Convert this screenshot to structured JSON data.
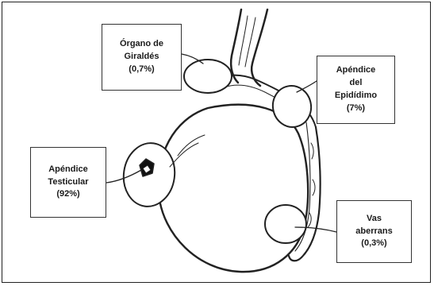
{
  "labels": {
    "organo_girald": {
      "line1": "Órgano de",
      "line2": "Giraldés",
      "pct": "(0,7%)"
    },
    "apendice_epididimo": {
      "line1": "Apéndice",
      "line2": "del",
      "line3": "Epidídimo",
      "pct": "(7%)"
    },
    "apendice_testicular": {
      "line1": "Apéndice",
      "line2": "Testicular",
      "pct": "(92%)"
    },
    "vas_aberrans": {
      "line1": "Vas",
      "line2": "aberrans",
      "pct": "(0,3%)"
    }
  }
}
